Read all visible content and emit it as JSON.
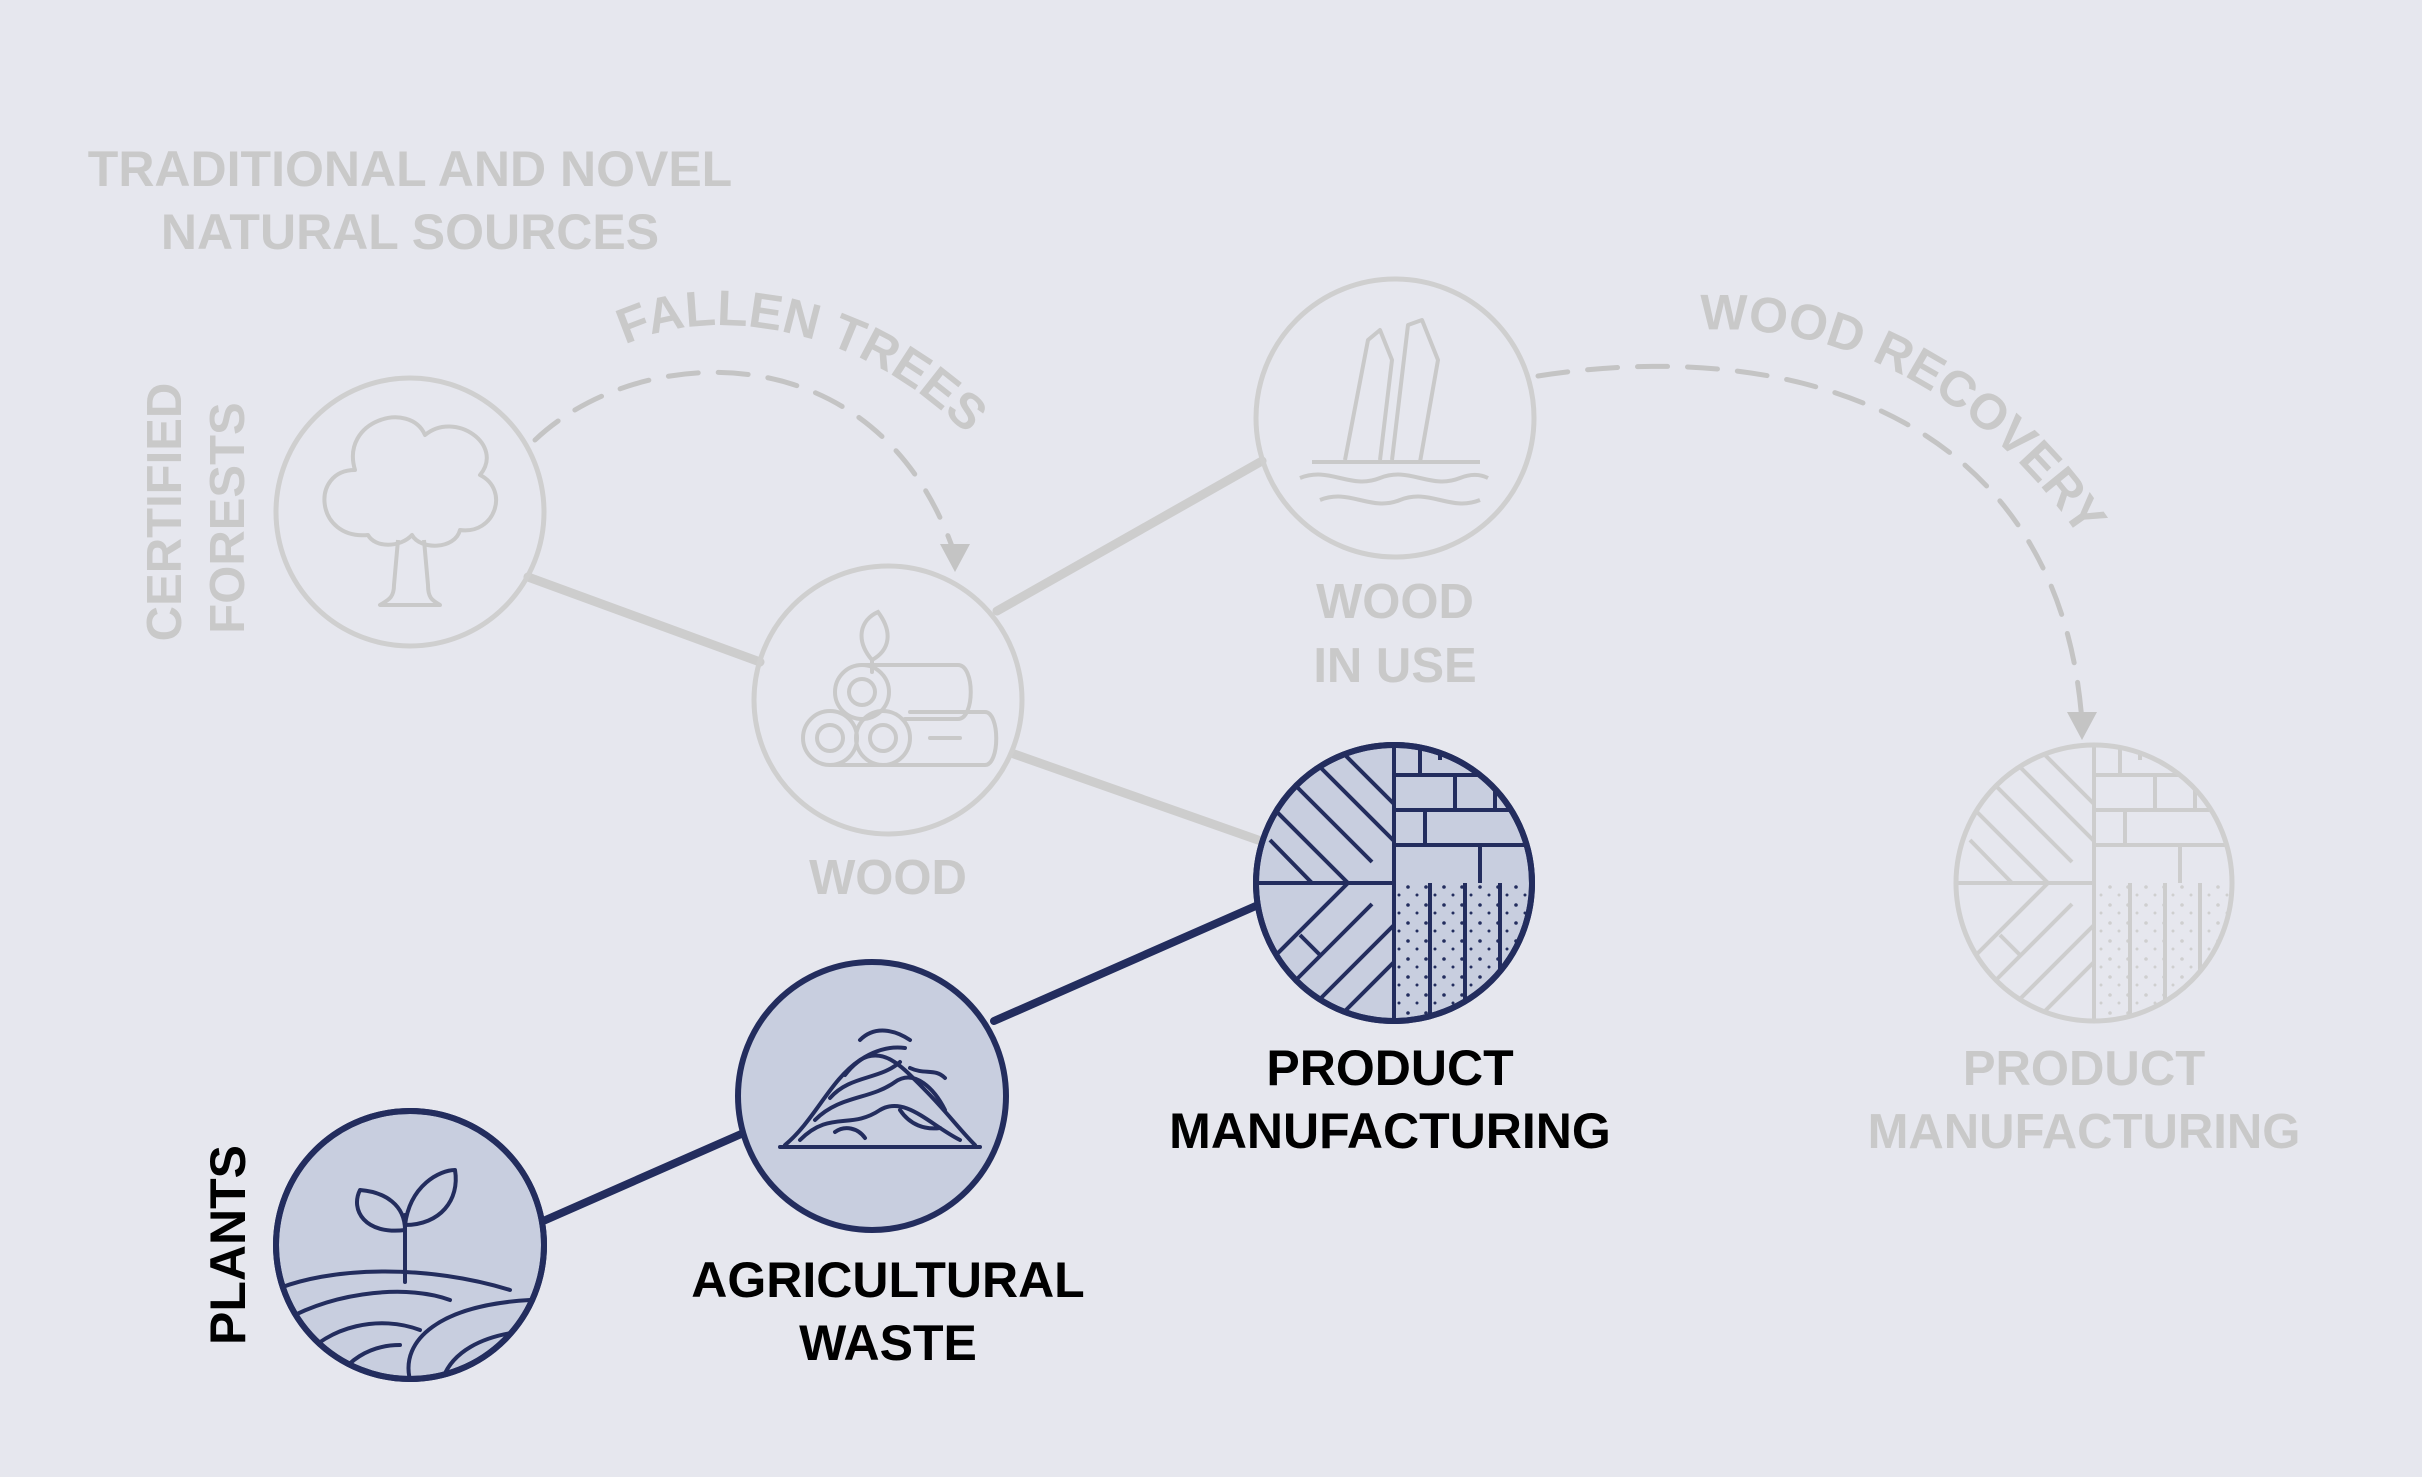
{
  "title": {
    "line1": "TRADITIONAL AND NOVEL",
    "line2": "NATURAL SOURCES"
  },
  "nodes": {
    "certified_forests": {
      "line1": "CERTIFIED",
      "line2": "FORESTS",
      "icon": "tree-icon"
    },
    "wood": {
      "label": "WOOD",
      "icon": "logs-icon"
    },
    "wood_in_use": {
      "line1": "WOOD",
      "line2": "IN USE",
      "icon": "wooden-structure-icon"
    },
    "product_manufacturing_left": {
      "line1": "PRODUCT",
      "line2": "MANUFACTURING",
      "icon": "wood-pattern-icon"
    },
    "product_manufacturing_right": {
      "line1": "PRODUCT",
      "line2": "MANUFACTURING",
      "icon": "wood-pattern-icon"
    },
    "plants": {
      "label": "PLANTS",
      "icon": "sprout-icon"
    },
    "agricultural_waste": {
      "line1": "AGRICULTURAL",
      "line2": "WASTE",
      "icon": "straw-pile-icon"
    }
  },
  "flows": {
    "fallen_trees": "FALLEN TREES",
    "wood_recovery": "WOOD RECOVERY"
  },
  "colors": {
    "background": "#E6E7EE",
    "faded": "#C9C9C9",
    "active_stroke": "#232D5E",
    "active_fill": "#C8CEDF",
    "active_text": "#000000"
  }
}
